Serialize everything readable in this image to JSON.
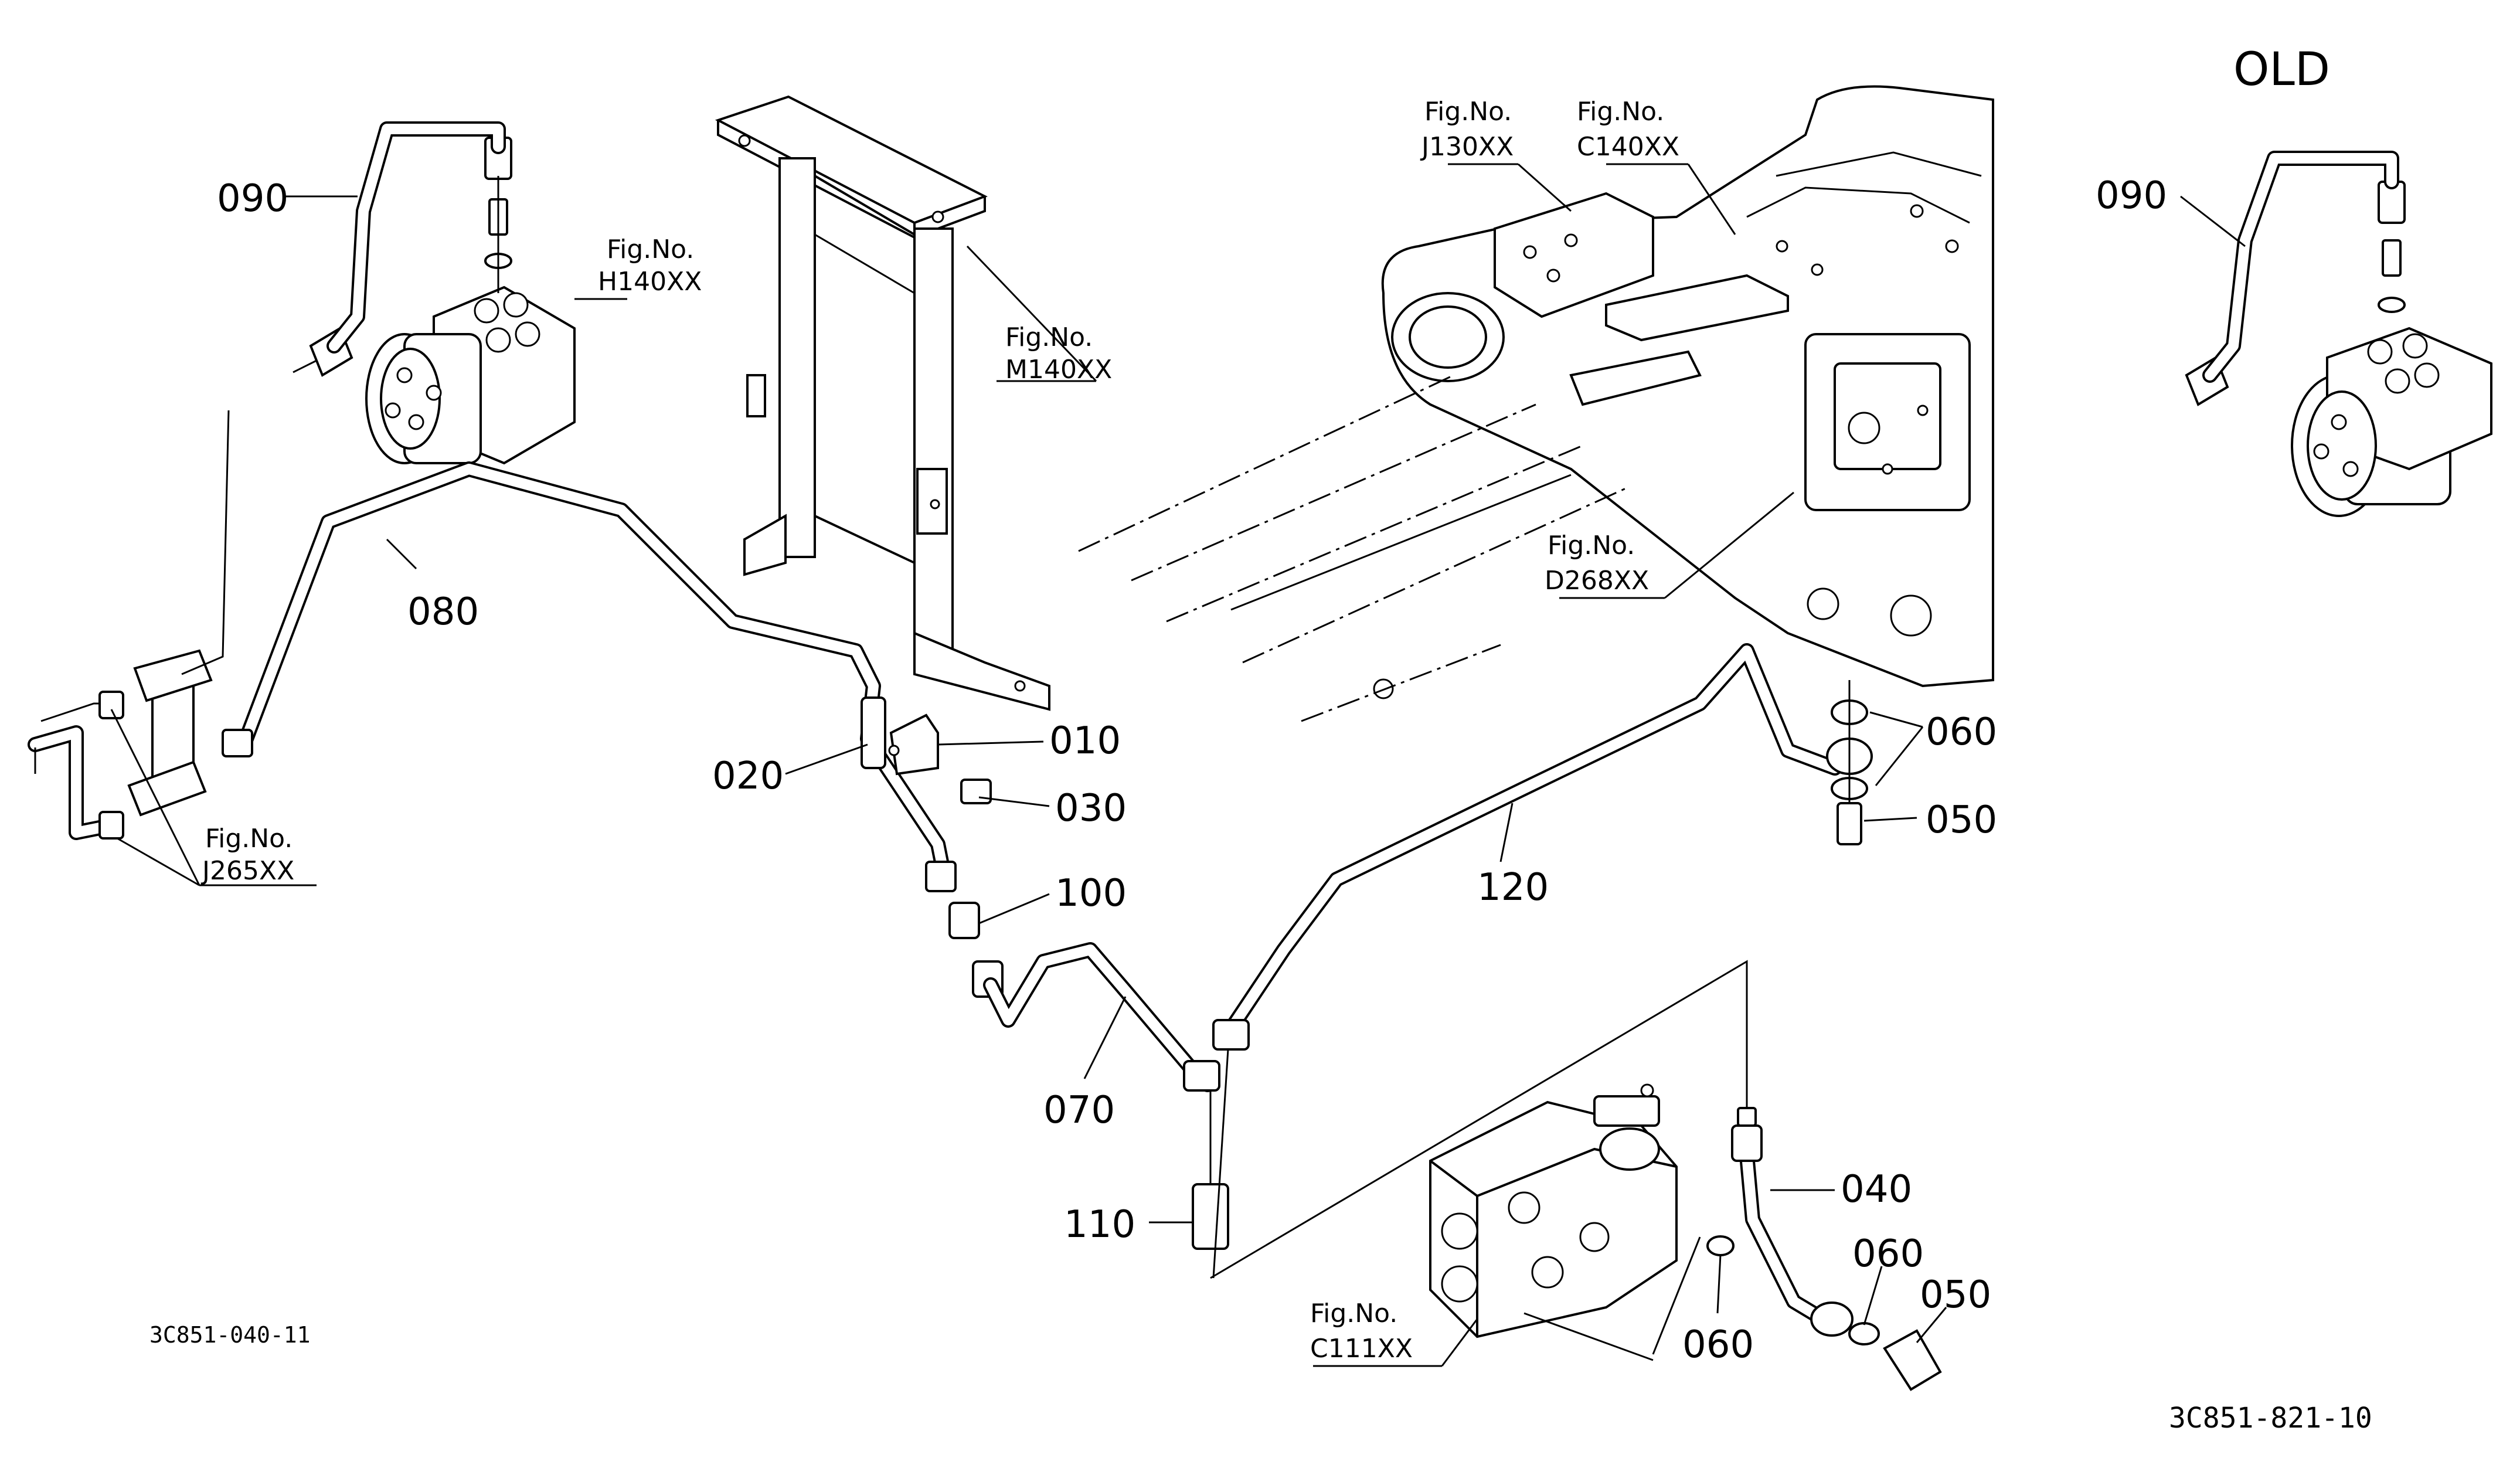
{
  "header": {
    "old_label": "OLD"
  },
  "part_numbers": {
    "p010": "010",
    "p020": "020",
    "p030": "030",
    "p040": "040",
    "p050a": "050",
    "p050b": "050",
    "p060a": "060",
    "p060b": "060",
    "p060c": "060",
    "p070": "070",
    "p080": "080",
    "p090": "090",
    "p090old": "090",
    "p100": "100",
    "p110": "110",
    "p120": "120"
  },
  "figure_refs": {
    "h140": {
      "line1": "Fig.No.",
      "line2": "H140XX"
    },
    "m140": {
      "line1": "Fig.No.",
      "line2": "M140XX"
    },
    "j130": {
      "line1": "Fig.No.",
      "line2": "J130XX"
    },
    "c140": {
      "line1": "Fig.No.",
      "line2": "C140XX"
    },
    "d268": {
      "line1": "Fig.No.",
      "line2": "D268XX"
    },
    "j265": {
      "line1": "Fig.No.",
      "line2": "J265XX"
    },
    "c111": {
      "line1": "Fig.No.",
      "line2": "C111XX"
    }
  },
  "footer": {
    "left_code": "3C851-040-11",
    "right_code": "3C851-821-10"
  }
}
